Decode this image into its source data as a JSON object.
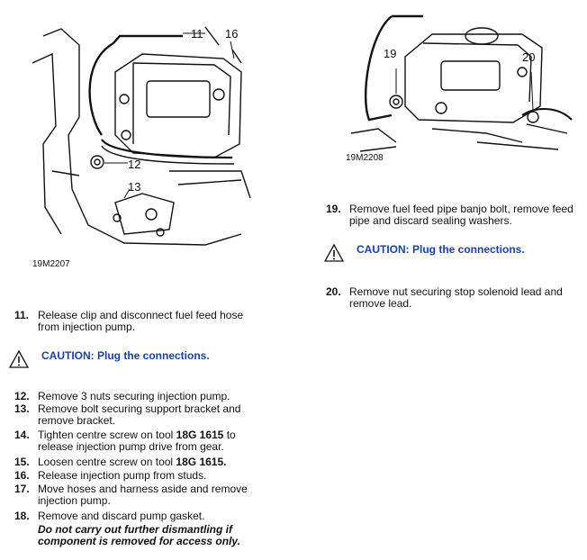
{
  "figures": {
    "left": {
      "code": "19M2207",
      "callouts": [
        "11",
        "16",
        "12",
        "13"
      ]
    },
    "right": {
      "code": "19M2208",
      "callouts": [
        "19",
        "20"
      ]
    }
  },
  "colors": {
    "caution": "#1a3fb0",
    "line": "#111111"
  },
  "caution_icon": "warning-triangle-icon",
  "left_steps": {
    "s11": {
      "num": "11.",
      "text": "Release clip and disconnect fuel feed hose from injection pump."
    },
    "caution1": "CAUTION: Plug the connections.",
    "s12": {
      "num": "12.",
      "text": "Remove 3 nuts securing injection pump."
    },
    "s13": {
      "num": "13.",
      "text": "Remove bolt securing support bracket and remove bracket."
    },
    "s14": {
      "num": "14.",
      "pre": "Tighten centre screw on tool ",
      "tool": "18G 1615",
      "post": " to release injection pump drive from gear."
    },
    "s15": {
      "num": "15.",
      "pre": "Loosen centre screw on tool ",
      "tool": "18G 1615."
    },
    "s16": {
      "num": "16.",
      "text": "Release injection pump from studs."
    },
    "s17": {
      "num": "17.",
      "text": "Move hoses and harness aside and remove injection pump."
    },
    "s18": {
      "num": "18.",
      "text": "Remove and discard pump gasket.",
      "note": "Do not carry out further dismantling if component is removed for access only."
    }
  },
  "right_steps": {
    "s19": {
      "num": "19.",
      "text": "Remove fuel feed pipe banjo bolt, remove feed pipe and discard sealing washers."
    },
    "caution2": "CAUTION: Plug the connections.",
    "s20": {
      "num": "20.",
      "text": "Remove nut securing stop solenoid lead and remove lead."
    }
  }
}
